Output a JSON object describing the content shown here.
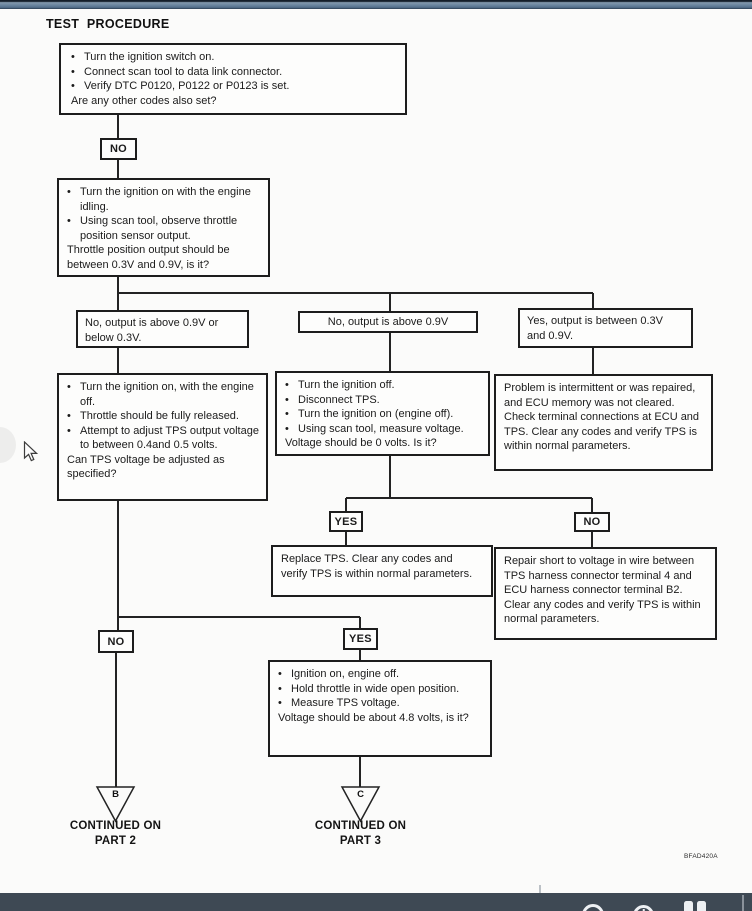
{
  "title": "TEST PROCEDURE",
  "figure_code": "BFAD420A",
  "glyphs": {
    "bullet": "•"
  },
  "labels": {
    "yes": "YES",
    "no": "NO"
  },
  "boxes": {
    "start": {
      "bullets": [
        "Turn the ignition switch on.",
        "Connect scan tool to data link connector.",
        "Verify DTC P0120, P0122 or P0123 is set."
      ],
      "question": "Are any other codes also set?"
    },
    "idle_check": {
      "bullets": [
        "Turn the ignition on with the engine idling.",
        "Using scan tool, observe throttle position sensor output."
      ],
      "question": "Throttle position output should be between 0.3V and 0.9V, is it?"
    },
    "branch_left": "No, output is above 0.9V or below 0.3V.",
    "branch_middle": "No, output is above 0.9V",
    "branch_right": "Yes, output is between 0.3V and 0.9V.",
    "adjust": {
      "bullets": [
        "Turn the ignition on, with the engine off.",
        "Throttle should be fully released.",
        "Attempt to adjust TPS output voltage to between 0.4and 0.5 volts."
      ],
      "question": "Can TPS voltage be adjusted as specified?"
    },
    "disconnect": {
      "bullets": [
        "Turn the ignition off.",
        "Disconnect TPS.",
        "Turn the ignition on (engine off).",
        "Using scan tool, measure voltage."
      ],
      "question": "Voltage should be 0 volts. Is it?"
    },
    "intermittent": "Problem is intermittent or was repaired, and ECU memory was not cleared. Check terminal connections at ECU and TPS. Clear any codes and verify TPS is within normal parameters.",
    "replace": "Replace TPS. Clear any codes and verify TPS is within normal parameters.",
    "repair": {
      "lines": [
        "Repair short to voltage in wire between TPS harness connector terminal 4 and ECU harness connector terminal B2.",
        "Clear any codes and verify TPS is within normal parameters."
      ]
    },
    "wide_open": {
      "bullets": [
        "Ignition on, engine off.",
        "Hold throttle in wide open position.",
        "Measure TPS voltage."
      ],
      "question": "Voltage should be about 4.8 volts, is it?"
    }
  },
  "connectors": {
    "b": "B",
    "c": "C"
  },
  "continuations": [
    {
      "line1": "CONTINUED ON",
      "line2": "PART 2"
    },
    {
      "line1": "CONTINUED ON",
      "line2": "PART 3"
    }
  ],
  "colors": {
    "wire": "#232323",
    "toolbar": "#3e4954",
    "titlebar_top": "#8399ae",
    "titlebar_bottom": "#54708c"
  },
  "toolbar_icons": [
    "search-icon",
    "clock-icon",
    "pages-icon"
  ]
}
